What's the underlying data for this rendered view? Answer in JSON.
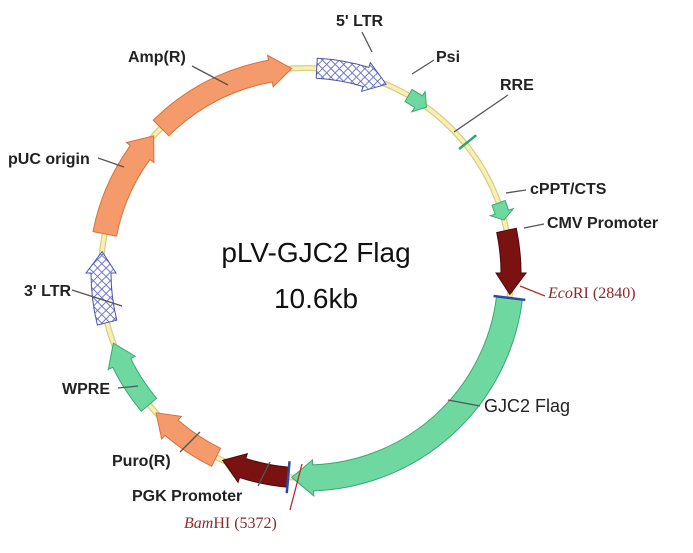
{
  "title": "pLV-GJC2 Flag",
  "size": "10.6kb",
  "colors": {
    "backbone": "#f6f0b6",
    "backbone_edge": "#d8cf80",
    "ltr": "#aab2e6",
    "green": "#6fd8a0",
    "orange": "#f59a6a",
    "dark_red": "#7a1212",
    "site_mark": "#2a4aa8"
  },
  "features": [
    {
      "name": "5' LTR",
      "start": 3,
      "end": 23,
      "fill": "ltr",
      "pattern": "crosshatch",
      "width": 20
    },
    {
      "name": "Psi",
      "start": 30,
      "end": 36,
      "fill": "green",
      "width": 14
    },
    {
      "name": "RRE",
      "start": 51,
      "end": 51,
      "fill": "green",
      "type": "tick"
    },
    {
      "name": "cPPT/CTS",
      "start": 70,
      "end": 75,
      "fill": "green",
      "width": 14
    },
    {
      "name": "CMV Promoter",
      "start": 78,
      "end": 96,
      "fill": "dark_red",
      "width": 20
    },
    {
      "name": "GJC2 Flag",
      "start": 97,
      "end": 184,
      "fill": "green",
      "width": 26
    },
    {
      "name": "PGK Promoter",
      "start": 185,
      "end": 204,
      "fill": "dark_red",
      "width": 20
    },
    {
      "name": "Puro(R)",
      "start": 206,
      "end": 227,
      "fill": "orange",
      "width": 20
    },
    {
      "name": "WPRE",
      "start": 230,
      "end": 250,
      "fill": "green",
      "width": 20
    },
    {
      "name": "3' LTR",
      "start": 256,
      "end": 276,
      "fill": "ltr",
      "pattern": "crosshatch",
      "width": 20
    },
    {
      "name": "pUC origin",
      "start": 281,
      "end": 312,
      "fill": "orange",
      "width": 24
    },
    {
      "name": "Amp(R)",
      "start": 315,
      "end": 356,
      "fill": "orange",
      "width": 22
    }
  ],
  "sites": [
    {
      "enzyme": "Eco",
      "enzyme_suffix": "RI",
      "position": "(2840)",
      "angle": 97
    },
    {
      "enzyme": "Bam",
      "enzyme_suffix": "HI",
      "position": "(5372)",
      "angle": 185
    }
  ]
}
